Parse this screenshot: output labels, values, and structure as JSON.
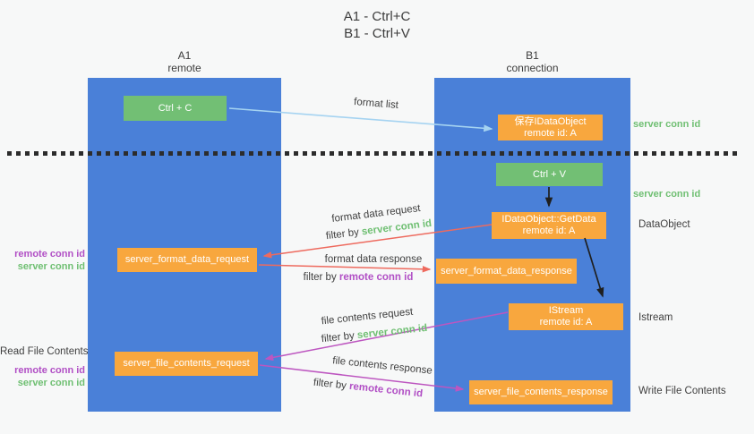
{
  "title": {
    "line1": "A1 - Ctrl+C",
    "line2": "B1 - Ctrl+V"
  },
  "columns": {
    "left": {
      "id": "A1",
      "subtitle": "remote"
    },
    "right": {
      "id": "B1",
      "subtitle": "connection"
    }
  },
  "nodes": {
    "ctrl_c": "Ctrl + C",
    "ctrl_v": "Ctrl + V",
    "save_idataobject": {
      "line1": "保存IDataObject",
      "line2": "remote id: A"
    },
    "getdata": {
      "line1": "IDataObject::GetData",
      "line2": "remote id: A"
    },
    "istream": {
      "line1": "IStream",
      "line2": "remote id: A"
    },
    "format_request": "server_format_data_request",
    "format_response": "server_format_data_response",
    "file_request": "server_file_contents_request",
    "file_response": "server_file_contents_response"
  },
  "flow_labels": {
    "format_list": "format list",
    "format_data_request": "format data request",
    "format_data_response": "format data response",
    "file_contents_request": "file contents request",
    "file_contents_response": "file contents response",
    "filter_by": "filter by",
    "server_conn_id": "server conn id",
    "remote_conn_id": "remote conn id"
  },
  "side_labels": {
    "right_server_conn_id_top": "server conn id",
    "right_server_conn_id_mid": "server conn id",
    "data_object": "DataObject",
    "istream": "Istream",
    "write_file_contents": "Write File Contents",
    "read_file_contents": "Read File Contents",
    "left_remote_conn_id_top": "remote conn id",
    "left_server_conn_id_top": "server conn id",
    "left_remote_conn_id_bottom": "remote conn id",
    "left_server_conn_id_bottom": "server conn id"
  },
  "colors": {
    "background": "#f7f8f8",
    "column_blue": "#4a80d8",
    "node_green": "#72bf74",
    "node_orange": "#f8a73e",
    "label_green": "#6fbf72",
    "label_purple": "#b14fc5",
    "arrow_blue": "#a5d3f1",
    "arrow_red": "#ee6a5e",
    "arrow_magenta": "#bd56c0",
    "arrow_black": "#1f1f1f",
    "text_dark": "#3c3c3c"
  }
}
